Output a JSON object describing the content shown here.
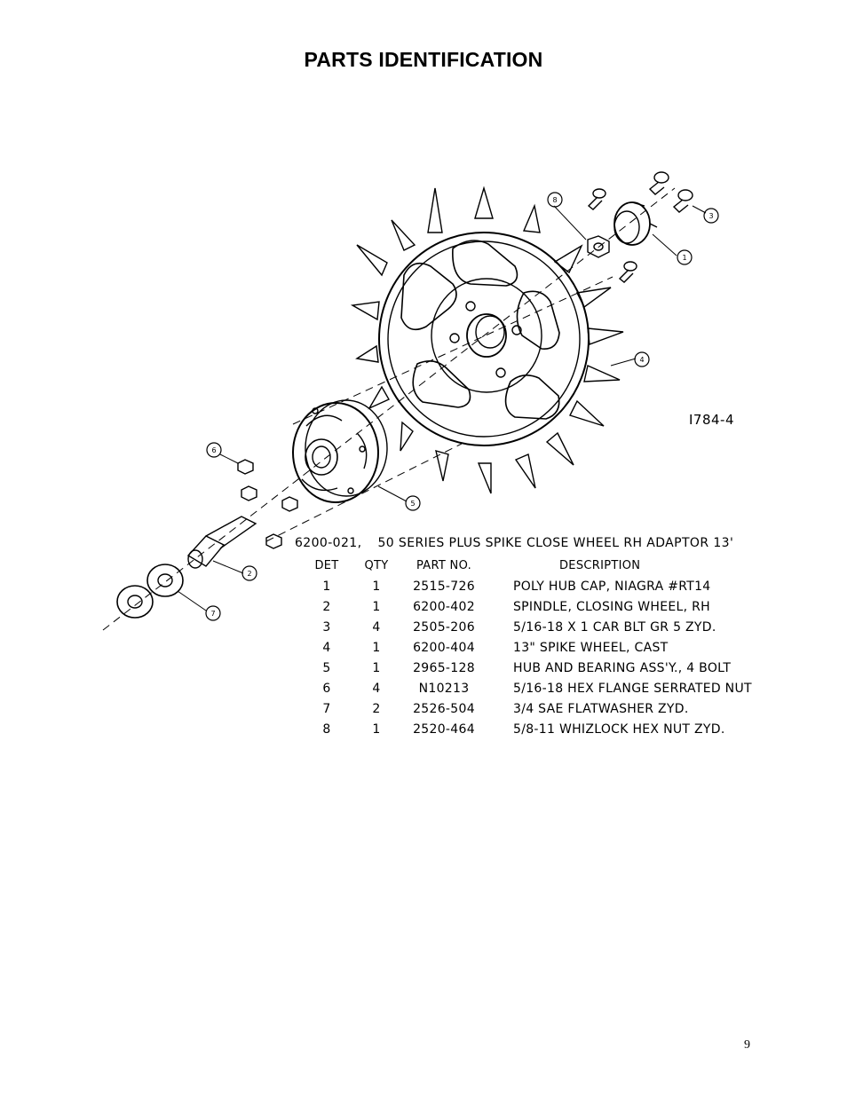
{
  "page_title": "PARTS IDENTIFICATION",
  "drawing_id": "I784-4",
  "assembly": {
    "part_number": "6200-021,",
    "description": "50 SERIES PLUS SPIKE CLOSE WHEEL RH ADAPTOR 13'"
  },
  "table": {
    "headers": {
      "det": "DET",
      "qty": "QTY",
      "part_no": "PART NO.",
      "description": "DESCRIPTION"
    },
    "rows": [
      {
        "det": "1",
        "qty": "1",
        "part_no": "2515-726",
        "description": "POLY HUB CAP, NIAGRA #RT14"
      },
      {
        "det": "2",
        "qty": "1",
        "part_no": "6200-402",
        "description": "SPINDLE, CLOSING WHEEL, RH"
      },
      {
        "det": "3",
        "qty": "4",
        "part_no": "2505-206",
        "description": "5/16-18 X 1 CAR BLT GR 5 ZYD."
      },
      {
        "det": "4",
        "qty": "1",
        "part_no": "6200-404",
        "description": "13\" SPIKE WHEEL, CAST"
      },
      {
        "det": "5",
        "qty": "1",
        "part_no": "2965-128",
        "description": "HUB AND BEARING ASS'Y., 4 BOLT"
      },
      {
        "det": "6",
        "qty": "4",
        "part_no": "N10213",
        "description": "5/16-18 HEX FLANGE SERRATED NUT"
      },
      {
        "det": "7",
        "qty": "2",
        "part_no": "2526-504",
        "description": "3/4 SAE FLATWASHER ZYD."
      },
      {
        "det": "8",
        "qty": "1",
        "part_no": "2520-464",
        "description": "5/8-11 WHIZLOCK HEX NUT ZYD."
      }
    ]
  },
  "callouts": [
    "1",
    "2",
    "3",
    "4",
    "5",
    "6",
    "7",
    "8"
  ],
  "page_number": "9"
}
